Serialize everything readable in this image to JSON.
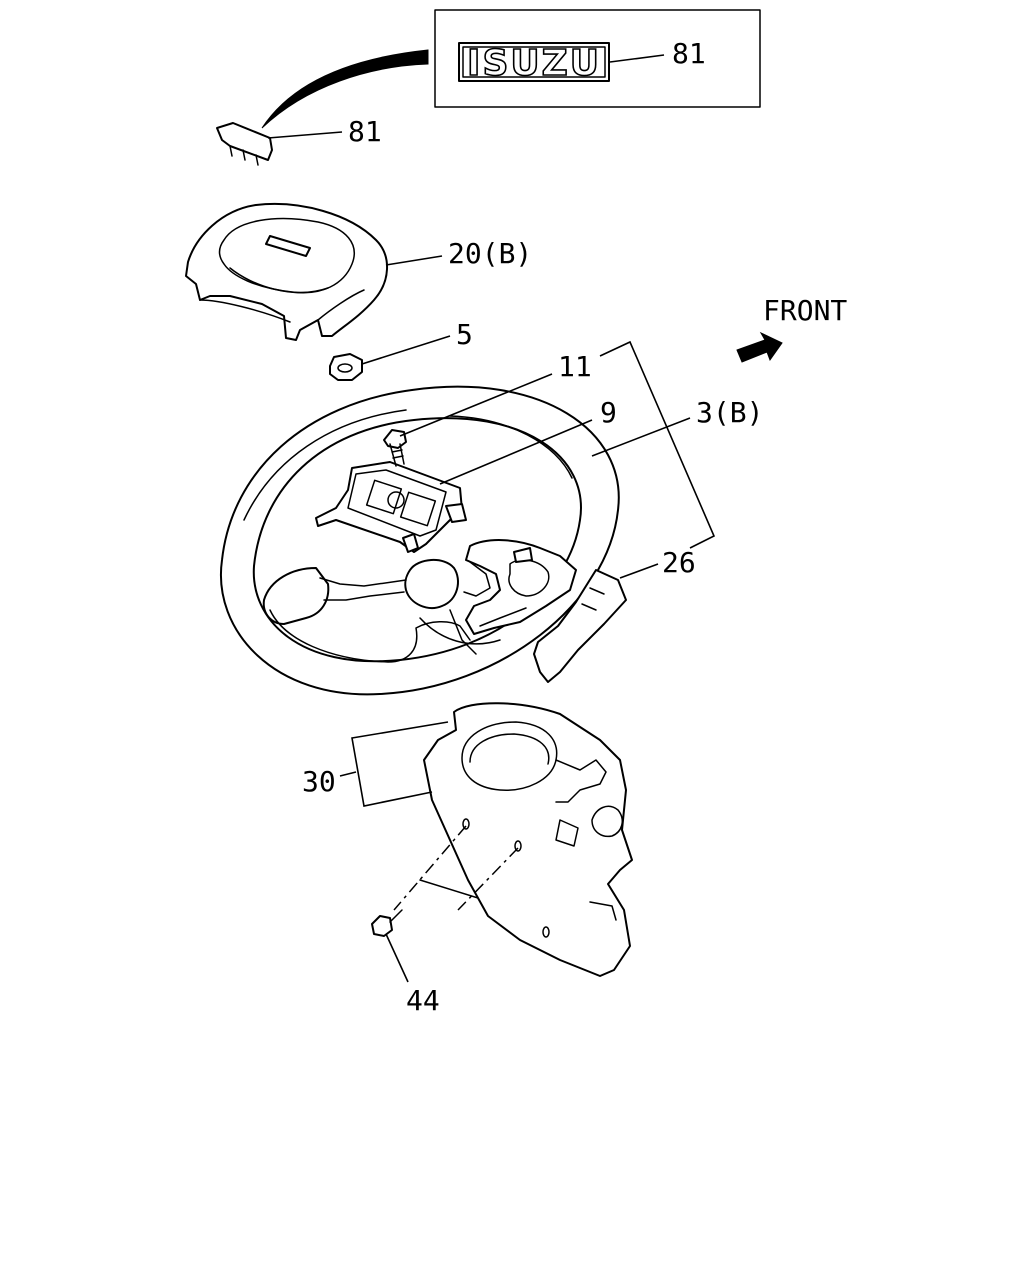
{
  "diagram": {
    "front_label": "FRONT",
    "logo_text": "ISUZU",
    "callouts": {
      "c81_logo": "81",
      "c81_clip": "81",
      "c20": "20(B)",
      "c5": "5",
      "c11": "11",
      "c9": "9",
      "c3": "3(B)",
      "c26": "26",
      "c30": "30",
      "c44": "44"
    }
  }
}
